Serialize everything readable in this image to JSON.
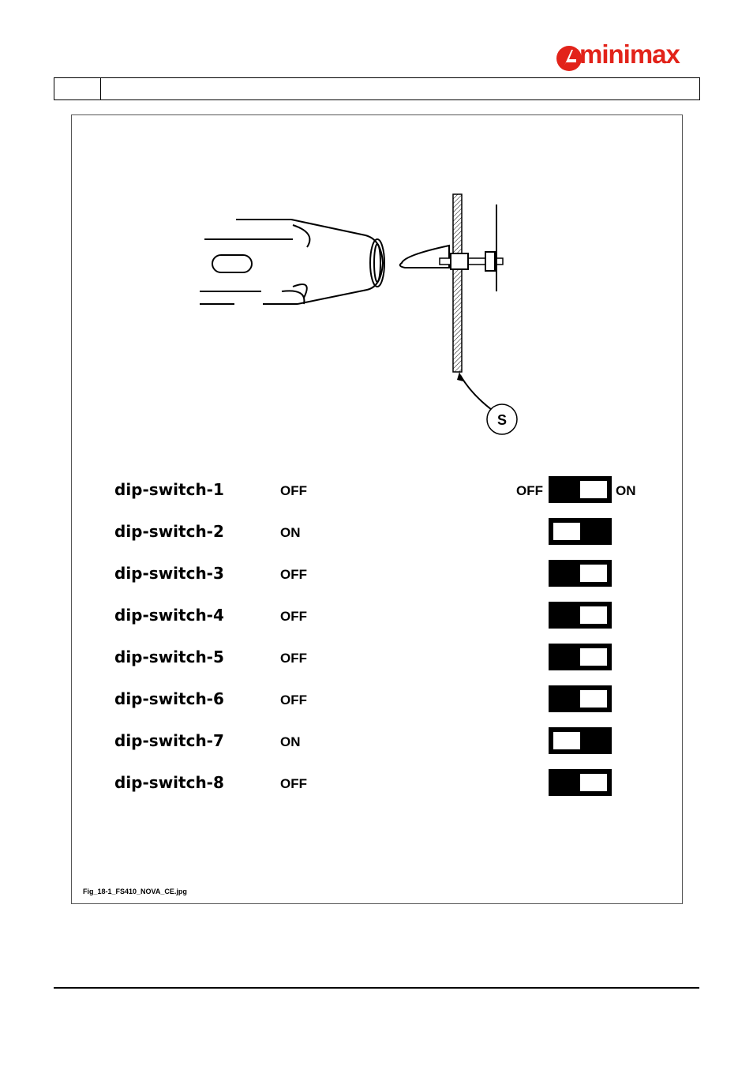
{
  "brand": {
    "name": "minimax",
    "color": "#e2231a"
  },
  "figure": {
    "callout_label": "S",
    "caption": "Fig_18-1_FS410_NOVA_CE.jpg",
    "legend": {
      "off_label": "OFF",
      "on_label": "ON"
    },
    "switches": [
      {
        "name": "dip-switch-1",
        "state": "OFF"
      },
      {
        "name": "dip-switch-2",
        "state": "ON"
      },
      {
        "name": "dip-switch-3",
        "state": "OFF"
      },
      {
        "name": "dip-switch-4",
        "state": "OFF"
      },
      {
        "name": "dip-switch-5",
        "state": "OFF"
      },
      {
        "name": "dip-switch-6",
        "state": "OFF"
      },
      {
        "name": "dip-switch-7",
        "state": "ON"
      },
      {
        "name": "dip-switch-8",
        "state": "OFF"
      }
    ]
  }
}
